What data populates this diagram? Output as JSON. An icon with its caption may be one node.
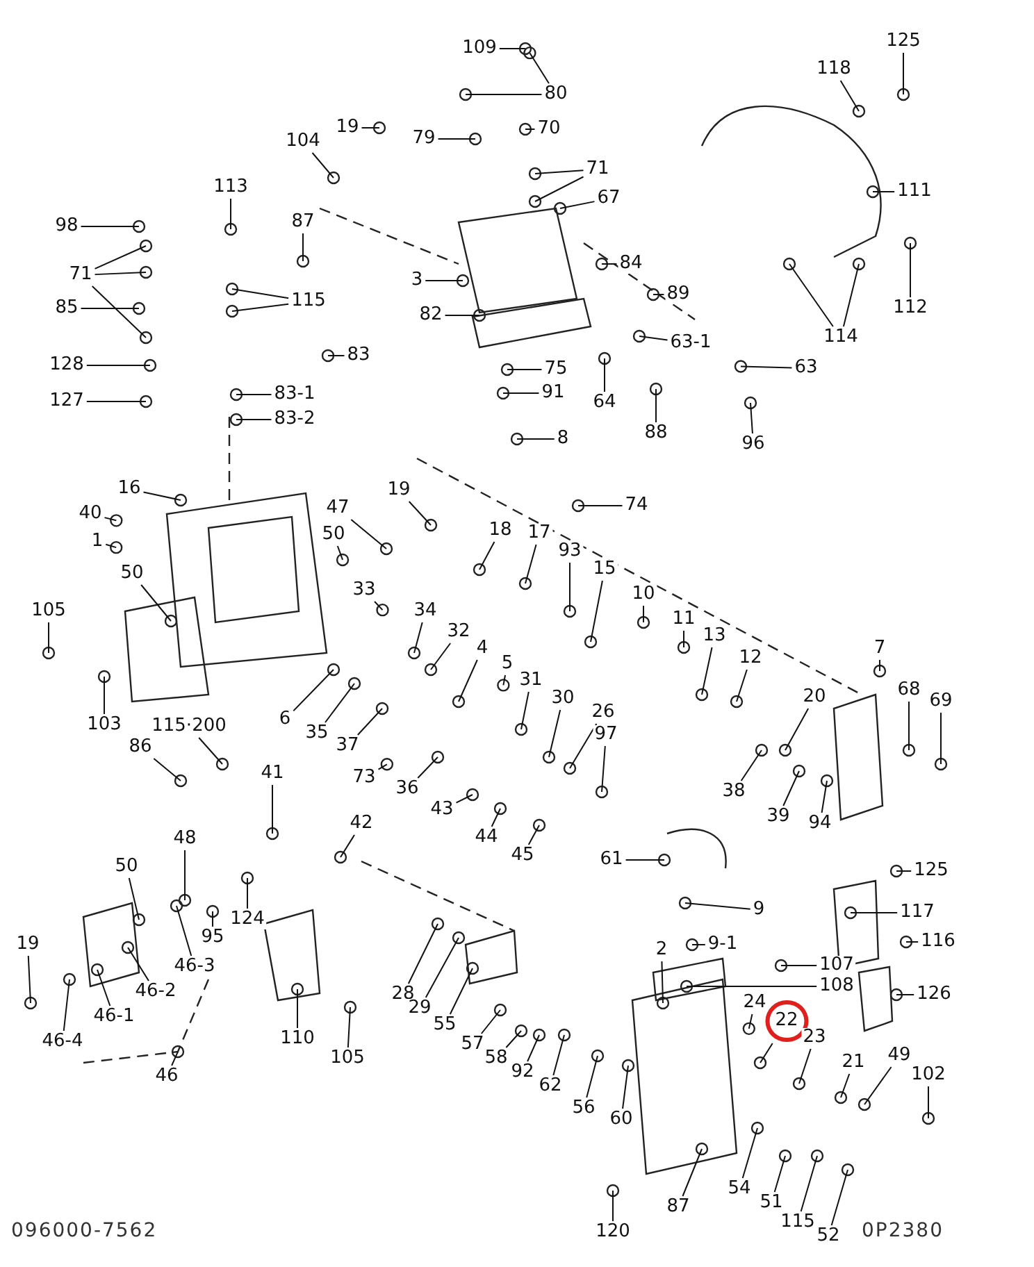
{
  "diagram": {
    "nodes": [
      {
        "text": [
          "109"
        ]
      },
      {
        "text": [
          "80"
        ]
      },
      {
        "text": [
          "125"
        ]
      },
      {
        "text": [
          "118"
        ]
      },
      {
        "text": [
          "19"
        ]
      },
      {
        "text": [
          "104"
        ]
      },
      {
        "text": [
          "79"
        ]
      },
      {
        "text": [
          "70"
        ]
      },
      {
        "text": [
          "71"
        ]
      },
      {
        "text": [
          "113"
        ]
      },
      {
        "text": [
          "111"
        ]
      },
      {
        "text": [
          "98"
        ]
      },
      {
        "text": [
          "87"
        ]
      },
      {
        "text": [
          "67"
        ]
      },
      {
        "text": [
          "71"
        ]
      },
      {
        "text": [
          "3"
        ]
      },
      {
        "text": [
          "84"
        ]
      },
      {
        "text": [
          "89"
        ]
      },
      {
        "text": [
          "115"
        ]
      },
      {
        "text": [
          "85"
        ]
      },
      {
        "text": [
          "112"
        ]
      },
      {
        "text": [
          "82"
        ]
      },
      {
        "text": [
          "114"
        ]
      },
      {
        "text": [
          "83"
        ]
      },
      {
        "text": [
          "63-1"
        ]
      },
      {
        "text": [
          "63"
        ]
      },
      {
        "text": [
          "128"
        ]
      },
      {
        "text": [
          "75"
        ]
      },
      {
        "text": [
          "83-1"
        ]
      },
      {
        "text": [
          "83-2"
        ]
      },
      {
        "text": [
          "127"
        ]
      },
      {
        "text": [
          "91"
        ]
      },
      {
        "text": [
          "64"
        ]
      },
      {
        "text": [
          "88"
        ]
      },
      {
        "text": [
          "96"
        ]
      },
      {
        "text": [
          "8"
        ]
      },
      {
        "text": [
          "74"
        ]
      },
      {
        "text": [
          "16"
        ]
      },
      {
        "text": [
          "19"
        ]
      },
      {
        "text": [
          "40"
        ]
      },
      {
        "text": [
          "47"
        ]
      },
      {
        "text": [
          "50"
        ]
      },
      {
        "text": [
          "1"
        ]
      },
      {
        "text": [
          "18"
        ]
      },
      {
        "text": [
          "17"
        ]
      },
      {
        "text": [
          "93"
        ]
      },
      {
        "text": [
          "15"
        ]
      },
      {
        "text": [
          "10"
        ]
      },
      {
        "text": [
          "33"
        ]
      },
      {
        "text": [
          "11"
        ]
      },
      {
        "text": [
          "50"
        ]
      },
      {
        "text": [
          "34"
        ]
      },
      {
        "text": [
          "13"
        ]
      },
      {
        "text": [
          "105"
        ]
      },
      {
        "text": [
          "32"
        ]
      },
      {
        "text": [
          "12"
        ]
      },
      {
        "text": [
          "7"
        ]
      },
      {
        "text": [
          "4"
        ]
      },
      {
        "text": [
          "5"
        ]
      },
      {
        "text": [
          "31"
        ]
      },
      {
        "text": [
          "68"
        ]
      },
      {
        "text": [
          "69"
        ]
      },
      {
        "text": [
          "20"
        ]
      },
      {
        "text": [
          "30"
        ]
      },
      {
        "text": [
          "6"
        ]
      },
      {
        "text": [
          "26"
        ]
      },
      {
        "text": [
          "35"
        ]
      },
      {
        "text": [
          "97"
        ]
      },
      {
        "text": [
          "37"
        ]
      },
      {
        "text": [
          "103"
        ]
      },
      {
        "text": [
          "38"
        ]
      },
      {
        "text": [
          "39"
        ]
      },
      {
        "text": [
          "94"
        ]
      },
      {
        "text": [
          "115·200"
        ]
      },
      {
        "text": [
          "86"
        ]
      },
      {
        "text": [
          "73"
        ]
      },
      {
        "text": [
          "36"
        ]
      },
      {
        "text": [
          "43"
        ]
      },
      {
        "text": [
          "44"
        ]
      },
      {
        "text": [
          "41"
        ]
      },
      {
        "text": [
          "45"
        ]
      },
      {
        "text": [
          "42"
        ]
      },
      {
        "text": [
          "61"
        ]
      },
      {
        "text": [
          "48"
        ]
      },
      {
        "text": [
          "125"
        ]
      },
      {
        "text": [
          "50"
        ]
      },
      {
        "text": [
          "124"
        ]
      },
      {
        "text": [
          "9"
        ]
      },
      {
        "text": [
          "117"
        ]
      },
      {
        "text": [
          "95"
        ]
      },
      {
        "text": [
          "9-1"
        ]
      },
      {
        "text": [
          "19"
        ]
      },
      {
        "text": [
          "46-2"
        ]
      },
      {
        "text": [
          "46-3"
        ]
      },
      {
        "text": [
          "116"
        ]
      },
      {
        "text": [
          "2"
        ]
      },
      {
        "text": [
          "110"
        ]
      },
      {
        "text": [
          "107"
        ]
      },
      {
        "text": [
          "28"
        ]
      },
      {
        "text": [
          "29"
        ]
      },
      {
        "text": [
          "46-1"
        ]
      },
      {
        "text": [
          "108"
        ]
      },
      {
        "text": [
          "55"
        ]
      },
      {
        "text": [
          "126"
        ]
      },
      {
        "text": [
          "46-4"
        ]
      },
      {
        "text": [
          "24"
        ]
      },
      {
        "text": [
          "22"
        ]
      },
      {
        "text": [
          "105"
        ]
      },
      {
        "text": [
          "57"
        ]
      },
      {
        "text": [
          "23"
        ]
      },
      {
        "text": [
          "49"
        ]
      },
      {
        "text": [
          "58"
        ]
      },
      {
        "text": [
          "21"
        ]
      },
      {
        "text": [
          "102"
        ]
      },
      {
        "text": [
          "92"
        ]
      },
      {
        "text": [
          "46"
        ]
      },
      {
        "text": [
          "62"
        ]
      },
      {
        "text": [
          "56"
        ]
      },
      {
        "text": [
          "60"
        ]
      },
      {
        "text": [
          "54"
        ]
      },
      {
        "text": [
          "87"
        ]
      },
      {
        "text": [
          "51"
        ]
      },
      {
        "text": [
          "115"
        ]
      },
      {
        "text": [
          "52"
        ]
      },
      {
        "text": [
          "120"
        ]
      }
    ],
    "edges": [
      {
        "from": 0,
        "to": null,
        "arrow": "none"
      },
      {
        "from": 1,
        "to": null,
        "arrow": "none"
      },
      {
        "from": 1,
        "to": null,
        "arrow": "none"
      },
      {
        "from": 2,
        "to": null,
        "arrow": "none"
      },
      {
        "from": 3,
        "to": null,
        "arrow": "none"
      },
      {
        "from": 4,
        "to": null,
        "arrow": "none"
      },
      {
        "from": 5,
        "to": null,
        "arrow": "none"
      },
      {
        "from": 6,
        "to": null,
        "arrow": "none"
      },
      {
        "from": 7,
        "to": null,
        "arrow": "none"
      },
      {
        "from": 8,
        "to": null,
        "arrow": "none"
      },
      {
        "from": 8,
        "to": null,
        "arrow": "none"
      },
      {
        "from": 9,
        "to": null,
        "arrow": "none"
      },
      {
        "from": 10,
        "to": null,
        "arrow": "none"
      },
      {
        "from": 11,
        "to": null,
        "arrow": "none"
      },
      {
        "from": 12,
        "to": null,
        "arrow": "none"
      },
      {
        "from": 13,
        "to": null,
        "arrow": "none"
      },
      {
        "from": 14,
        "to": null,
        "arrow": "none"
      },
      {
        "from": 14,
        "to": null,
        "arrow": "none"
      },
      {
        "from": 14,
        "to": null,
        "arrow": "none"
      },
      {
        "from": 15,
        "to": null,
        "arrow": "none"
      },
      {
        "from": 16,
        "to": null,
        "arrow": "none"
      },
      {
        "from": 17,
        "to": null,
        "arrow": "none"
      },
      {
        "from": 18,
        "to": null,
        "arrow": "none"
      },
      {
        "from": 18,
        "to": null,
        "arrow": "none"
      },
      {
        "from": 19,
        "to": null,
        "arrow": "none"
      },
      {
        "from": 20,
        "to": null,
        "arrow": "none"
      },
      {
        "from": 21,
        "to": null,
        "arrow": "none"
      },
      {
        "from": 22,
        "to": null,
        "arrow": "none"
      },
      {
        "from": 22,
        "to": null,
        "arrow": "none"
      },
      {
        "from": 23,
        "to": null,
        "arrow": "none"
      },
      {
        "from": 24,
        "to": null,
        "arrow": "none"
      },
      {
        "from": 25,
        "to": null,
        "arrow": "none"
      },
      {
        "from": 26,
        "to": null,
        "arrow": "none"
      },
      {
        "from": 27,
        "to": null,
        "arrow": "none"
      },
      {
        "from": 28,
        "to": null,
        "arrow": "none"
      },
      {
        "from": 29,
        "to": null,
        "arrow": "none"
      },
      {
        "from": 30,
        "to": null,
        "arrow": "none"
      },
      {
        "from": 31,
        "to": null,
        "arrow": "none"
      },
      {
        "from": 32,
        "to": null,
        "arrow": "none"
      },
      {
        "from": 33,
        "to": null,
        "arrow": "none"
      },
      {
        "from": 34,
        "to": null,
        "arrow": "none"
      },
      {
        "from": 35,
        "to": null,
        "arrow": "none"
      },
      {
        "from": 36,
        "to": null,
        "arrow": "none"
      },
      {
        "from": 37,
        "to": null,
        "arrow": "none"
      },
      {
        "from": 38,
        "to": null,
        "arrow": "none"
      },
      {
        "from": 39,
        "to": null,
        "arrow": "none"
      },
      {
        "from": 40,
        "to": null,
        "arrow": "none"
      },
      {
        "from": 41,
        "to": null,
        "arrow": "none"
      },
      {
        "from": 42,
        "to": null,
        "arrow": "none"
      },
      {
        "from": 43,
        "to": null,
        "arrow": "none"
      },
      {
        "from": 44,
        "to": null,
        "arrow": "none"
      },
      {
        "from": 45,
        "to": null,
        "arrow": "none"
      },
      {
        "from": 46,
        "to": null,
        "arrow": "none"
      },
      {
        "from": 47,
        "to": null,
        "arrow": "none"
      },
      {
        "from": 48,
        "to": null,
        "arrow": "none"
      },
      {
        "from": 49,
        "to": null,
        "arrow": "none"
      },
      {
        "from": 50,
        "to": null,
        "arrow": "none"
      },
      {
        "from": 51,
        "to": null,
        "arrow": "none"
      },
      {
        "from": 52,
        "to": null,
        "arrow": "none"
      },
      {
        "from": 53,
        "to": null,
        "arrow": "none"
      },
      {
        "from": 54,
        "to": null,
        "arrow": "none"
      },
      {
        "from": 55,
        "to": null,
        "arrow": "none"
      },
      {
        "from": 56,
        "to": null,
        "arrow": "none"
      },
      {
        "from": 57,
        "to": null,
        "arrow": "none"
      },
      {
        "from": 58,
        "to": null,
        "arrow": "none"
      },
      {
        "from": 59,
        "to": null,
        "arrow": "none"
      },
      {
        "from": 60,
        "to": null,
        "arrow": "none"
      },
      {
        "from": 61,
        "to": null,
        "arrow": "none"
      },
      {
        "from": 62,
        "to": null,
        "arrow": "none"
      },
      {
        "from": 63,
        "to": null,
        "arrow": "none"
      },
      {
        "from": 64,
        "to": null,
        "arrow": "none"
      },
      {
        "from": 65,
        "to": null,
        "arrow": "none"
      },
      {
        "from": 66,
        "to": null,
        "arrow": "none"
      },
      {
        "from": 67,
        "to": null,
        "arrow": "none"
      },
      {
        "from": 68,
        "to": null,
        "arrow": "none"
      },
      {
        "from": 69,
        "to": null,
        "arrow": "none"
      },
      {
        "from": 70,
        "to": null,
        "arrow": "none"
      },
      {
        "from": 71,
        "to": null,
        "arrow": "none"
      },
      {
        "from": 72,
        "to": null,
        "arrow": "none"
      },
      {
        "from": 73,
        "to": null,
        "arrow": "none"
      },
      {
        "from": 74,
        "to": null,
        "arrow": "none"
      },
      {
        "from": 75,
        "to": null,
        "arrow": "none"
      },
      {
        "from": 76,
        "to": null,
        "arrow": "none"
      },
      {
        "from": 77,
        "to": null,
        "arrow": "none"
      },
      {
        "from": 78,
        "to": null,
        "arrow": "none"
      },
      {
        "from": 79,
        "to": null,
        "arrow": "none"
      },
      {
        "from": 80,
        "to": null,
        "arrow": "none"
      },
      {
        "from": 81,
        "to": null,
        "arrow": "none"
      },
      {
        "from": 82,
        "to": null,
        "arrow": "none"
      },
      {
        "from": 83,
        "to": null,
        "arrow": "none"
      },
      {
        "from": 84,
        "to": null,
        "arrow": "none"
      },
      {
        "from": 85,
        "to": null,
        "arrow": "none"
      },
      {
        "from": 86,
        "to": null,
        "arrow": "none"
      },
      {
        "from": 87,
        "to": null,
        "arrow": "none"
      },
      {
        "from": 88,
        "to": null,
        "arrow": "none"
      },
      {
        "from": 89,
        "to": null,
        "arrow": "none"
      },
      {
        "from": 90,
        "to": null,
        "arrow": "none"
      },
      {
        "from": 91,
        "to": null,
        "arrow": "none"
      },
      {
        "from": 92,
        "to": null,
        "arrow": "none"
      },
      {
        "from": 93,
        "to": null,
        "arrow": "none"
      },
      {
        "from": 94,
        "to": null,
        "arrow": "none"
      },
      {
        "from": 95,
        "to": null,
        "arrow": "none"
      },
      {
        "from": 96,
        "to": null,
        "arrow": "none"
      },
      {
        "from": 97,
        "to": null,
        "arrow": "none"
      },
      {
        "from": 98,
        "to": null,
        "arrow": "none"
      },
      {
        "from": 99,
        "to": null,
        "arrow": "none"
      },
      {
        "from": 100,
        "to": null,
        "arrow": "none"
      },
      {
        "from": 101,
        "to": null,
        "arrow": "none"
      },
      {
        "from": 102,
        "to": null,
        "arrow": "none"
      },
      {
        "from": 103,
        "to": null,
        "arrow": "none"
      },
      {
        "from": 104,
        "to": null,
        "arrow": "none"
      },
      {
        "from": 105,
        "to": null,
        "arrow": "none"
      },
      {
        "from": 106,
        "to": null,
        "arrow": "none"
      },
      {
        "from": 107,
        "to": null,
        "arrow": "none"
      },
      {
        "from": 108,
        "to": null,
        "arrow": "none"
      },
      {
        "from": 109,
        "to": null,
        "arrow": "none"
      },
      {
        "from": 110,
        "to": null,
        "arrow": "none"
      },
      {
        "from": 111,
        "to": null,
        "arrow": "none"
      },
      {
        "from": 112,
        "to": null,
        "arrow": "none"
      },
      {
        "from": 113,
        "to": null,
        "arrow": "none"
      },
      {
        "from": 114,
        "to": null,
        "arrow": "none"
      },
      {
        "from": 115,
        "to": null,
        "arrow": "none"
      },
      {
        "from": 116,
        "to": null,
        "arrow": "none"
      },
      {
        "from": 117,
        "to": null,
        "arrow": "none"
      },
      {
        "from": 118,
        "to": null,
        "arrow": "none"
      },
      {
        "from": 119,
        "to": null,
        "arrow": "none"
      },
      {
        "from": 120,
        "to": null,
        "arrow": "none"
      },
      {
        "from": 121,
        "to": null,
        "arrow": "none"
      },
      {
        "from": 122,
        "to": null,
        "arrow": "none"
      },
      {
        "from": 123,
        "to": null,
        "arrow": "none"
      },
      {
        "from": 124,
        "to": null,
        "arrow": "none"
      }
    ],
    "labels": [
      "096000-7562",
      "0P2380"
    ]
  }
}
